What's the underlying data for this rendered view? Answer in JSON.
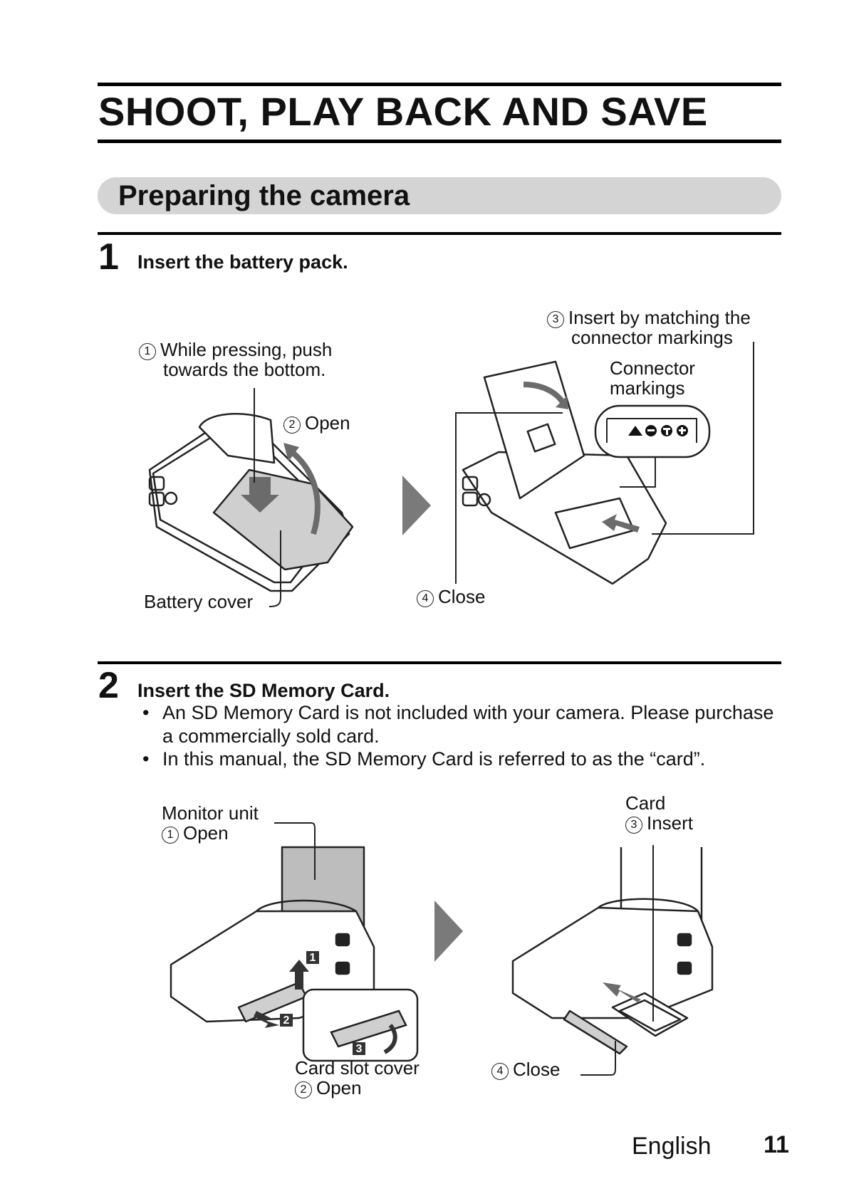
{
  "page": {
    "title": "SHOOT, PLAY BACK AND SAVE",
    "section_title": "Preparing the camera",
    "footer_language": "English",
    "page_number": "11"
  },
  "steps": [
    {
      "number": "1",
      "title": "Insert the battery pack.",
      "labels": {
        "push_num": "1",
        "push_line1": "While pressing, push",
        "push_line2": "towards the bottom.",
        "open_num": "2",
        "open": "Open",
        "battery_cover": "Battery cover",
        "insert_num": "3",
        "insert_line1": "Insert by matching the",
        "insert_line2": "connector markings",
        "connector_line1": "Connector",
        "connector_line2": "markings",
        "close_num": "4",
        "close": "Close"
      }
    },
    {
      "number": "2",
      "title": "Insert the SD Memory Card.",
      "bullets": [
        "An SD Memory Card is not included with your camera. Please purchase a commercially sold card.",
        "In this manual, the SD Memory Card is referred to as the “card”."
      ],
      "labels": {
        "monitor_unit": "Monitor unit",
        "open_num": "1",
        "open": "Open",
        "card_slot_cover": "Card slot cover",
        "open2_num": "2",
        "open2": "Open",
        "card": "Card",
        "insert_num": "3",
        "insert": "Insert",
        "close_num": "4",
        "close": "Close",
        "badge1": "1",
        "badge2": "2",
        "badge3": "3"
      }
    }
  ]
}
